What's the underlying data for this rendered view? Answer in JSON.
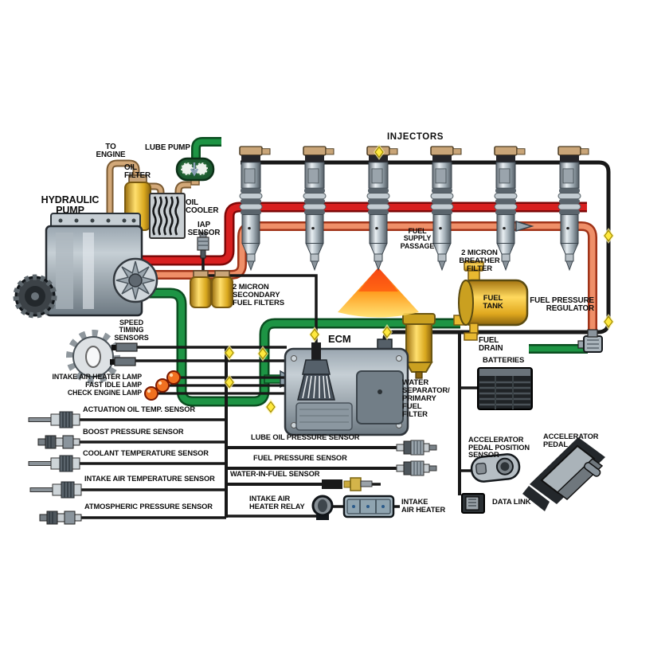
{
  "title": "Diesel engine HEUI fuel system diagram",
  "labels": {
    "to_engine": [
      "TO",
      "ENGINE"
    ],
    "lube_pump": [
      "LUBE PUMP"
    ],
    "oil_filter": [
      "OIL",
      "FILTER"
    ],
    "oil_cooler": [
      "OIL",
      "COOLER"
    ],
    "iap_sensor": [
      "IAP",
      "SENSOR"
    ],
    "hydraulic_pump": [
      "HYDRAULIC",
      "PUMP"
    ],
    "injectors": [
      "INJECTORS"
    ],
    "fuel_supply_passage": [
      "FUEL",
      "SUPPLY",
      "PASSAGE"
    ],
    "breather_filter": [
      "2 MICRON",
      "BREATHER",
      "FILTER"
    ],
    "fuel_tank": [
      "FUEL",
      "TANK"
    ],
    "fuel_pressure_regulator": [
      "FUEL PRESSURE",
      "REGULATOR"
    ],
    "fuel_drain": [
      "FUEL",
      "DRAIN"
    ],
    "batteries": [
      "BATTERIES"
    ],
    "ecm": [
      "ECM"
    ],
    "secondary_fuel_filters": [
      "2 MICRON",
      "SECONDARY",
      "FUEL FILTERS"
    ],
    "speed_timing_sensors": [
      "SPEED",
      "TIMING",
      "SENSORS"
    ],
    "intake_air_heater_lamp": [
      "INTAKE AIR HEATER LAMP"
    ],
    "fast_idle_lamp": [
      "FAST IDLE LAMP"
    ],
    "check_engine_lamp": [
      "CHECK ENGINE LAMP"
    ],
    "actuation_oil_temp_sensor": [
      "ACTUATION OIL TEMP. SENSOR"
    ],
    "boost_pressure_sensor": [
      "BOOST PRESSURE SENSOR"
    ],
    "coolant_temperature_sensor": [
      "COOLANT TEMPERATURE SENSOR"
    ],
    "intake_air_temperature_sensor": [
      "INTAKE AIR TEMPERATURE SENSOR"
    ],
    "atmospheric_pressure_sensor": [
      "ATMOSPHERIC PRESSURE SENSOR"
    ],
    "lube_oil_pressure_sensor": [
      "LUBE OIL PRESSURE SENSOR"
    ],
    "fuel_pressure_sensor": [
      "FUEL PRESSURE SENSOR"
    ],
    "water_in_fuel_sensor": [
      "WATER-IN-FUEL SENSOR"
    ],
    "intake_air_heater_relay": [
      "INTAKE AIR",
      "HEATER RELAY"
    ],
    "intake_air_heater": [
      "INTAKE",
      "AIR HEATER"
    ],
    "water_separator": [
      "WATER",
      "SEPARATOR/",
      "PRIMARY",
      "FUEL",
      "FILTER"
    ],
    "accelerator_pedal_position_sensor": [
      "ACCELERATOR",
      "PEDAL POSITION",
      "SENSOR"
    ],
    "accelerator_pedal": [
      "ACCELERATOR",
      "PEDAL"
    ],
    "data_link": [
      "DATA LINK"
    ]
  },
  "components": [
    "hydraulic-pump",
    "lube-pump",
    "oil-filter",
    "oil-cooler",
    "iap-sensor",
    "injector",
    "secondary-fuel-filters",
    "fuel-tank",
    "breather-filter",
    "fuel-pressure-regulator",
    "water-separator",
    "ecm",
    "batteries",
    "speed-timing-gear",
    "warning-lamps",
    "intake-air-heater-relay",
    "intake-air-heater",
    "accelerator-pedal-position-sensor",
    "accelerator-pedal",
    "data-link-connector",
    "fuel-spray-cone"
  ],
  "injector_count": 6,
  "colors": {
    "high_pressure_oil": "#d81f1f",
    "fuel_supply": "#ef8f68",
    "fuel_return_suction": "#1d9444",
    "lube_oil": "#d2a878",
    "electrical": "#181818",
    "component_gold": "#f2c435",
    "marker_yellow": "#ffe93e"
  }
}
